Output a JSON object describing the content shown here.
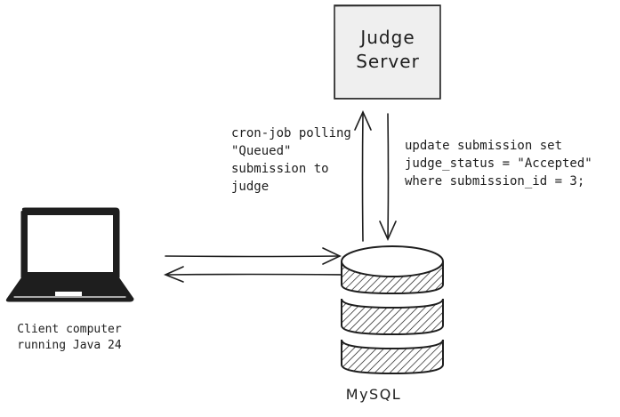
{
  "nodes": {
    "judge_server": {
      "label": "Judge\nServer",
      "fill": "#efefef"
    },
    "client": {
      "label": "Client computer\nrunning Java 24",
      "icon": "laptop-icon"
    },
    "database": {
      "label": "MySQL",
      "icon": "database-icon"
    }
  },
  "edges": {
    "cron_polling": {
      "label": "cron-job polling\n\"Queued\"\nsubmission to\njudge"
    },
    "update_status": {
      "label": "update submission set\njudge_status = \"Accepted\"\nwhere submission_id = 3;"
    }
  },
  "colors": {
    "stroke": "#1e1e1e",
    "background": "#ffffff",
    "box_fill": "#efefef"
  }
}
